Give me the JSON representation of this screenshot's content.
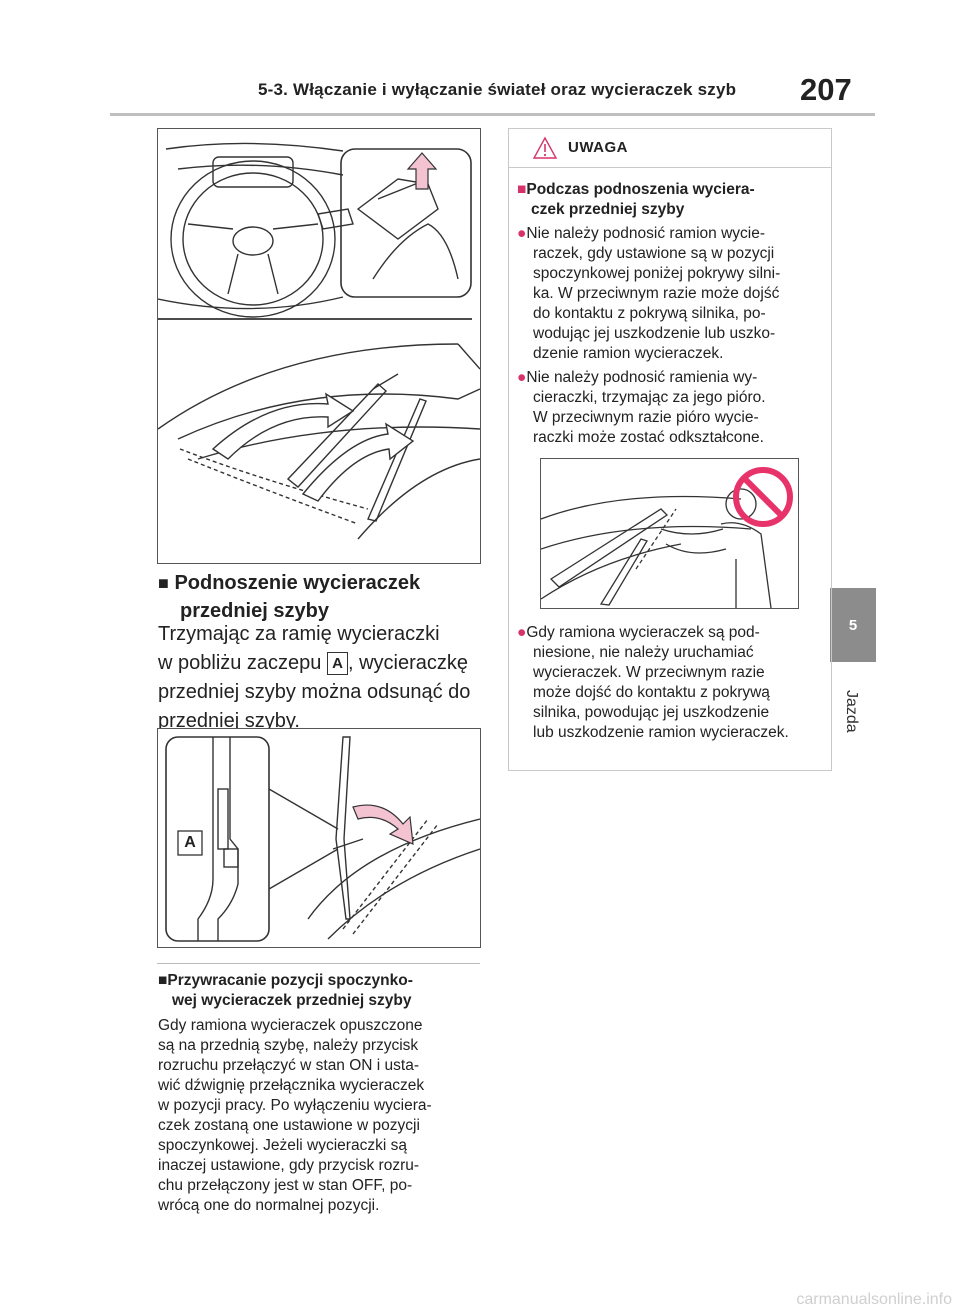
{
  "header": {
    "section_title": "5-3. Włączanie i wyłączanie świateł oraz wycieraczek szyb",
    "page_number": "207"
  },
  "side_tab": {
    "number": "5",
    "label": "Jazda"
  },
  "left": {
    "heading_1": [
      "Podnoszenie wycieraczek",
      "przedniej szyby"
    ],
    "body_1": {
      "line1": "Trzymając za ramię wycieraczki",
      "line2_before": "w pobliżu zaczepu ",
      "badge": "A",
      "line2_after": ", wycieraczkę",
      "line3": "przedniej szyby można odsunąć do",
      "line4": "przedniej szyby."
    },
    "figure_label": "A",
    "heading_2": [
      "Przywracanie pozycji spoczynko-",
      "wej wycieraczek przedniej szyby"
    ],
    "body_2": [
      "Gdy ramiona wycieraczek opuszczone",
      "są na przednią szybę, należy przycisk",
      "rozruchu przełączyć w stan ON i usta-",
      "wić dźwignię przełącznika wycieraczek",
      "w pozycji pracy. Po wyłączeniu wyciera-",
      "czek zostaną one ustawione w pozycji",
      "spoczynkowej. Jeżeli wycieraczki są",
      "inaczej ustawione, gdy przycisk rozru-",
      "chu przełączony jest w stan OFF, po-",
      "wrócą one do normalnej pozycji."
    ]
  },
  "warning": {
    "title": "UWAGA",
    "heading": [
      "Podczas podnoszenia wyciera-",
      "czek przedniej szyby"
    ],
    "bullet_1": [
      "Nie należy podnosić ramion wycie-",
      "raczek, gdy ustawione są w pozycji",
      "spoczynkowej poniżej pokrywy silni-",
      "ka. W przeciwnym razie może dojść",
      "do kontaktu z pokrywą silnika, po-",
      "wodując jej uszkodzenie lub uszko-",
      "dzenie ramion wycieraczek."
    ],
    "bullet_2": [
      "Nie należy podnosić ramienia wy-",
      "cieraczki, trzymając za jego pióro.",
      "W przeciwnym razie pióro wycie-",
      "raczki może zostać odkształcone."
    ],
    "bullet_3": [
      "Gdy ramiona wycieraczek są pod-",
      "niesione, nie należy uruchamiać",
      "wycieraczek. W przeciwnym razie",
      "może dojść do kontaktu z pokrywą",
      "silnika, powodując jej uszkodzenie",
      "lub uszkodzenie ramion wycieraczek."
    ]
  },
  "footer": {
    "watermark": "carmanualsonline.info"
  },
  "colors": {
    "accent": "#d6336c",
    "tab": "#8c8c8c",
    "rule": "#bfbfbf"
  }
}
